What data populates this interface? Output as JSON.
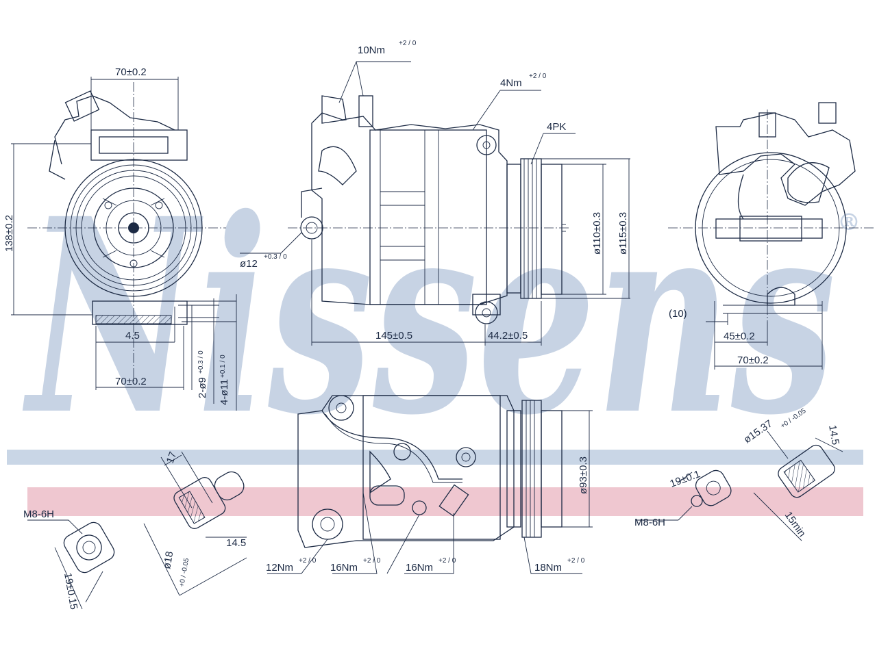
{
  "brand": {
    "watermark": "Nissens",
    "registered_mark": "®",
    "watermark_color": "#c7d3e4",
    "stripe_blue": "#c9d6e6",
    "stripe_red": "#efc7d0",
    "line_color": "#1c2a44"
  },
  "front_view": {
    "width_top": "70±0.2",
    "height": "138±0.2",
    "hole_offset": "4.5",
    "width_bottom": "70±0.2",
    "hole_2": "2-ø9",
    "hole_2_tol": "+0.3 / 0",
    "hole_4": "4-ø11",
    "hole_4_tol": "+0.1 / 0"
  },
  "side_view": {
    "torque_top": "10Nm",
    "torque_top_tol": "+2 / 0",
    "torque_mid": "4Nm",
    "torque_mid_tol": "+2 / 0",
    "belt": "4PK",
    "pulley_d1": "ø110±0.3",
    "pulley_d2": "ø115±0.3",
    "port": "ø12",
    "port_tol": "+0.3 / 0",
    "length": "145±0.5",
    "offset": "44.2±0.5"
  },
  "rear_view": {
    "ref": "(10)",
    "w1": "45±0.2",
    "w2": "70±0.2"
  },
  "bottom_view": {
    "pulley_d": "ø93±0.3",
    "t1": "12Nm",
    "t1_tol": "+2 / 0",
    "t2": "16Nm",
    "t2_tol": "+2 / 0",
    "t3": "16Nm",
    "t3_tol": "+2 / 0",
    "t4": "18Nm",
    "t4_tol": "+2 / 0"
  },
  "fitting_left": {
    "thread": "M8-6H",
    "w17": "17",
    "d18": "ø18",
    "d18_tol": "+0 / -0.05",
    "l145": "14.5",
    "w19": "19±0.15"
  },
  "fitting_right": {
    "thread": "M8-6H",
    "w19": "19±0.1",
    "d153": "ø15.37",
    "d153_tol": "+0 / -0.05",
    "l145": "14.5",
    "min": "15min"
  }
}
